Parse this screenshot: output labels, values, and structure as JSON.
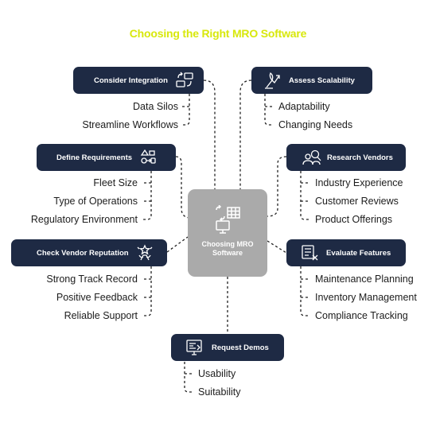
{
  "title": "Choosing the Right MRO Software",
  "center": {
    "line1": "Choosing MRO",
    "line2": "Software",
    "icon": "table-monitor-icon"
  },
  "nodes": {
    "consider_integration": {
      "label": "Consider Integration",
      "icon": "integration-icon",
      "items": [
        "Data Silos",
        "Streamline Workflows"
      ]
    },
    "assess_scalability": {
      "label": "Assess Scalability",
      "icon": "growth-plant-icon",
      "items": [
        "Adaptability",
        "Changing Needs"
      ]
    },
    "define_requirements": {
      "label": "Define Requirements",
      "icon": "shapes-icon",
      "items": [
        "Fleet Size",
        "Type of Operations",
        "Regulatory Environment"
      ]
    },
    "research_vendors": {
      "label": "Research Vendors",
      "icon": "people-search-icon",
      "items": [
        "Industry Experience",
        "Customer Reviews",
        "Product Offerings"
      ]
    },
    "check_vendor_reputation": {
      "label": "Check Vendor Reputation",
      "icon": "reputation-icon",
      "items": [
        "Strong Track Record",
        "Positive Feedback",
        "Reliable Support"
      ]
    },
    "evaluate_features": {
      "label": "Evaluate Features",
      "icon": "checklist-icon",
      "items": [
        "Maintenance Planning",
        "Inventory Management",
        "Compliance Tracking"
      ]
    },
    "request_demos": {
      "label": "Request Demos",
      "icon": "demo-screen-icon",
      "items": [
        "Usability",
        "Suitability"
      ]
    }
  },
  "colors": {
    "title": "#d8e80c",
    "box": "#1e2a44",
    "center": "#aaaaaa",
    "connector": "#222222"
  }
}
